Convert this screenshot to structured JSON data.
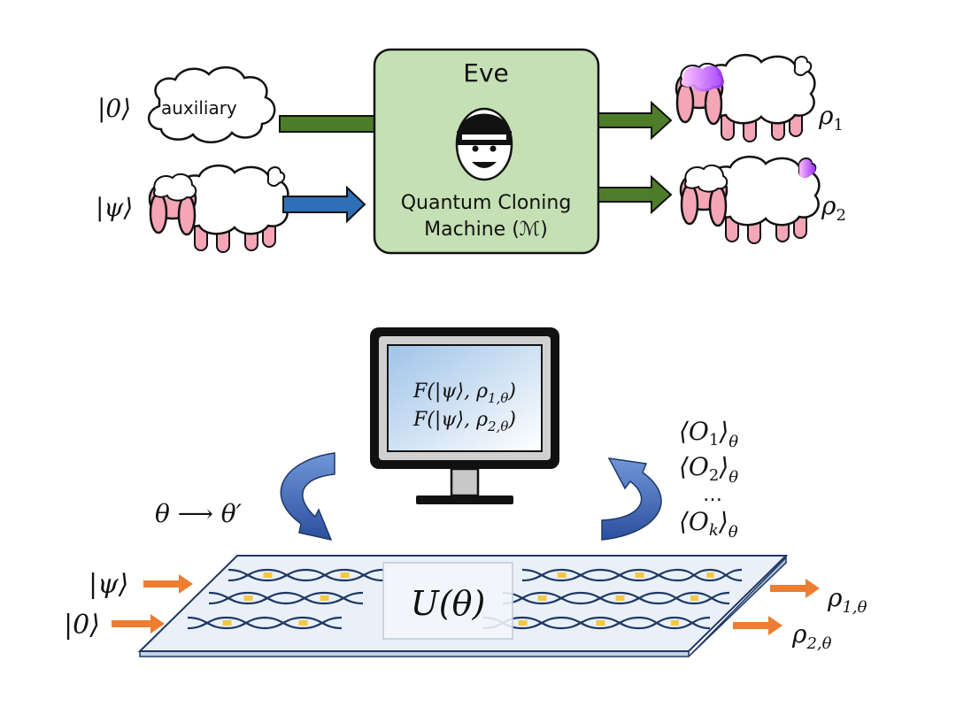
{
  "top": {
    "inputs": {
      "aux_ket": "|0⟩",
      "aux_label": "auxiliary",
      "psi_ket": "|ψ⟩"
    },
    "machine": {
      "title": "Eve",
      "name_line1": "Quantum Cloning",
      "name_line2": "Machine (ℳ)"
    },
    "outputs": {
      "rho1": "ρ",
      "rho1_sub": "1",
      "rho2": "ρ",
      "rho2_sub": "2"
    }
  },
  "bottom": {
    "monitor": {
      "line1_main": "F(|ψ⟩, ρ",
      "line1_sub": "1,θ",
      "line1_close": ")",
      "line2_main": "F(|ψ⟩, ρ",
      "line2_sub": "2,θ",
      "line2_close": ")"
    },
    "update_label": "θ ⟶ θ′",
    "observables": [
      {
        "main": "⟨O",
        "sub_inner": "1",
        "close": "⟩",
        "sub_outer": "θ"
      },
      {
        "main": "⟨O",
        "sub_inner": "2",
        "close": "⟩",
        "sub_outer": "θ"
      },
      {
        "main": "⟨O",
        "sub_inner": "k",
        "close": "⟩",
        "sub_outer": "θ"
      }
    ],
    "observables_ellipsis": "…",
    "chip": {
      "unitary_label": "U(θ)",
      "in_psi": "|ψ⟩",
      "in_zero": "|0⟩",
      "out1_main": "ρ",
      "out1_sub": "1,θ",
      "out2_main": "ρ",
      "out2_sub": "2,θ"
    }
  },
  "colors": {
    "box_fill": "#c5e0b4",
    "green_arrow": "#4e7d2a",
    "blue_arrow": "#2e6fb7",
    "orange_arrow": "#ed7d31",
    "sheep_pink": "#f4a6b6",
    "screen_blue": "#bdd7ee",
    "curved_arrow": "#3a64b0",
    "chip_fill": "#e9f0f8"
  }
}
